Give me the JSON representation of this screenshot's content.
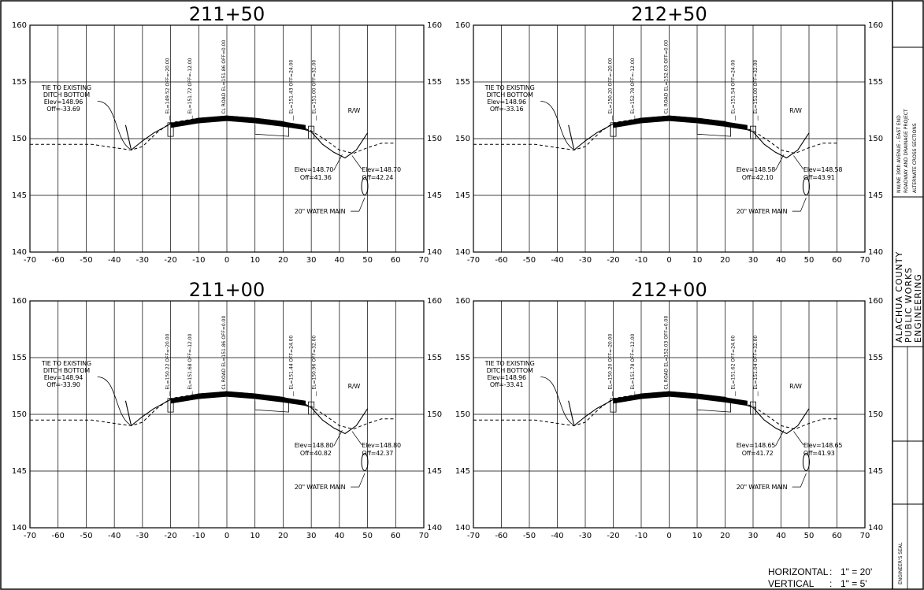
{
  "sheet": {
    "scale": {
      "horizontal_label": "HORIZONTAL",
      "horizontal_value": "1\" = 20'",
      "vertical_label": "VERTICAL",
      "vertical_value": "1\" = 5'"
    },
    "title_block": {
      "project_line1": "NW/NE 39th AVENUE - EAST END",
      "project_line2": "ROADWAY AND DRAINAGE PROJECT",
      "project_line3": "ALTERNATE CROSS SECTIONS",
      "agency_line1": "ALACHUA COUNTY",
      "agency_line2": "PUBLIC WORKS",
      "agency_line3": "ENGINEERING",
      "engineer_seal": "ENGINEER'S SEAL"
    }
  },
  "chart_data": [
    {
      "type": "line",
      "title": "211+50",
      "x_ticks": [
        -70,
        -60,
        -50,
        -40,
        -30,
        -20,
        -10,
        0,
        10,
        20,
        30,
        40,
        50,
        60,
        70
      ],
      "y_ticks": [
        140,
        145,
        150,
        155,
        160
      ],
      "xlim": [
        -70,
        70
      ],
      "ylim": [
        140,
        160
      ],
      "grid": true,
      "series": [
        {
          "values_x": [
            -70,
            -48,
            -40,
            -34,
            -30,
            -25,
            -20,
            -10,
            0,
            10,
            20,
            30,
            35,
            40,
            45,
            50,
            55,
            60
          ],
          "values_y": [
            149.5,
            149.5,
            149.2,
            149.0,
            149.3,
            150.5,
            151.4,
            151.8,
            152.0,
            151.8,
            151.5,
            150.7,
            149.9,
            149.0,
            148.7,
            149.2,
            149.6,
            149.6
          ]
        },
        {
          "values_x": [
            -36,
            -34,
            -30,
            -26,
            -20,
            -10,
            0,
            10,
            20,
            30,
            34,
            38,
            42,
            46,
            50
          ],
          "values_y": [
            151.2,
            149.0,
            149.8,
            150.5,
            151.3,
            151.8,
            152.0,
            151.8,
            151.5,
            150.6,
            149.5,
            148.8,
            148.3,
            149.0,
            150.5
          ]
        }
      ],
      "labels": {
        "tie": [
          "TIE TO EXISTING",
          "DITCH BOTTOM",
          "Elev=148.96",
          "Off=-33.69"
        ],
        "rw": "R/W",
        "water_main": "20\" WATER MAIN",
        "elev_left": [
          "Elev=148.70",
          "Off=41.36"
        ],
        "elev_right": [
          "Elev=148.70",
          "Off=42.24"
        ],
        "callouts": [
          "EL=149.52 OFF=-20.00",
          "EL=151.72 OFF=-12.00",
          "CL ROAD EL=151.86 OFF=0.00",
          "EL=151.43 OFF=24.00",
          "EL=151.00 OFF=32.00"
        ]
      }
    },
    {
      "type": "line",
      "title": "212+50",
      "x_ticks": [
        -70,
        -60,
        -50,
        -40,
        -30,
        -20,
        -10,
        0,
        10,
        20,
        30,
        40,
        50,
        60,
        70
      ],
      "y_ticks": [
        140,
        145,
        150,
        155,
        160
      ],
      "xlim": [
        -70,
        70
      ],
      "ylim": [
        140,
        160
      ],
      "grid": true,
      "series": [
        {
          "values_x": [
            -70,
            -48,
            -40,
            -34,
            -30,
            -25,
            -20,
            -10,
            0,
            10,
            20,
            30,
            35,
            40,
            45,
            50,
            55,
            60
          ],
          "values_y": [
            149.5,
            149.5,
            149.2,
            149.0,
            149.3,
            150.5,
            151.4,
            151.8,
            152.0,
            151.8,
            151.5,
            150.7,
            149.9,
            149.0,
            148.7,
            149.2,
            149.6,
            149.6
          ]
        },
        {
          "values_x": [
            -36,
            -34,
            -30,
            -26,
            -20,
            -10,
            0,
            10,
            20,
            30,
            34,
            38,
            42,
            46,
            50
          ],
          "values_y": [
            151.2,
            149.0,
            149.8,
            150.5,
            151.3,
            151.8,
            152.0,
            151.8,
            151.5,
            150.6,
            149.5,
            148.8,
            148.3,
            149.0,
            150.5
          ]
        }
      ],
      "labels": {
        "tie": [
          "TIE TO EXISTING",
          "DITCH BOTTOM",
          "Elev=148.96",
          "Off=-33.16"
        ],
        "rw": "R/W",
        "water_main": "20\" WATER MAIN",
        "elev_left": [
          "Elev=148.58",
          "Off=42.10"
        ],
        "elev_right": [
          "Elev=148.58",
          "Off=43.91"
        ],
        "callouts": [
          "EL=150.20 OFF=-20.00",
          "EL=152.78 OFF=-12.00",
          "CL ROAD EL=152.03 OFF=0.00",
          "EL=151.54 OFF=24.00",
          "EL=151.00 OFF=32.00"
        ]
      }
    },
    {
      "type": "line",
      "title": "211+00",
      "x_ticks": [
        -70,
        -60,
        -50,
        -40,
        -30,
        -20,
        -10,
        0,
        10,
        20,
        30,
        40,
        50,
        60,
        70
      ],
      "y_ticks": [
        140,
        145,
        150,
        155,
        160
      ],
      "xlim": [
        -70,
        70
      ],
      "ylim": [
        140,
        160
      ],
      "grid": true,
      "series": [
        {
          "values_x": [
            -70,
            -48,
            -40,
            -34,
            -30,
            -25,
            -20,
            -10,
            0,
            10,
            20,
            30,
            35,
            40,
            45,
            50,
            55,
            60
          ],
          "values_y": [
            149.5,
            149.5,
            149.2,
            149.0,
            149.3,
            150.5,
            151.4,
            151.8,
            152.0,
            151.8,
            151.5,
            150.7,
            149.9,
            149.0,
            148.7,
            149.2,
            149.6,
            149.6
          ]
        },
        {
          "values_x": [
            -36,
            -34,
            -30,
            -26,
            -20,
            -10,
            0,
            10,
            20,
            30,
            34,
            38,
            42,
            46,
            50
          ],
          "values_y": [
            151.2,
            149.0,
            149.8,
            150.5,
            151.3,
            151.8,
            152.0,
            151.8,
            151.5,
            150.6,
            149.5,
            148.8,
            148.3,
            149.0,
            150.5
          ]
        }
      ],
      "labels": {
        "tie": [
          "TIE TO EXISTING",
          "DITCH BOTTOM",
          "Elev=148.94",
          "Off=-33.90"
        ],
        "rw": "R/W",
        "water_main": "20\" WATER MAIN",
        "elev_left": [
          "Elev=148.80",
          "Off=40.82"
        ],
        "elev_right": [
          "Elev=148.80",
          "Off=42.37"
        ],
        "callouts": [
          "EL=150.22 OFF=-20.00",
          "EL=151.68 OFF=-12.00",
          "CL ROAD EL=151.86 OFF=0.00",
          "EL=151.44 OFF=24.00",
          "EL=150.96 OFF=32.00"
        ]
      }
    },
    {
      "type": "line",
      "title": "212+00",
      "x_ticks": [
        -70,
        -60,
        -50,
        -40,
        -30,
        -20,
        -10,
        0,
        10,
        20,
        30,
        40,
        50,
        60,
        70
      ],
      "y_ticks": [
        140,
        145,
        150,
        155,
        160
      ],
      "xlim": [
        -70,
        70
      ],
      "ylim": [
        140,
        160
      ],
      "grid": true,
      "series": [
        {
          "values_x": [
            -70,
            -48,
            -40,
            -34,
            -30,
            -25,
            -20,
            -10,
            0,
            10,
            20,
            30,
            35,
            40,
            45,
            50,
            55,
            60
          ],
          "values_y": [
            149.5,
            149.5,
            149.2,
            149.0,
            149.3,
            150.5,
            151.4,
            151.8,
            152.0,
            151.8,
            151.5,
            150.7,
            149.9,
            149.0,
            148.7,
            149.2,
            149.6,
            149.6
          ]
        },
        {
          "values_x": [
            -36,
            -34,
            -30,
            -26,
            -20,
            -10,
            0,
            10,
            20,
            30,
            34,
            38,
            42,
            46,
            50
          ],
          "values_y": [
            151.2,
            149.0,
            149.8,
            150.5,
            151.3,
            151.8,
            152.0,
            151.8,
            151.5,
            150.6,
            149.5,
            148.8,
            148.3,
            149.0,
            150.5
          ]
        }
      ],
      "labels": {
        "tie": [
          "TIE TO EXISTING",
          "DITCH BOTTOM",
          "Elev=148.96",
          "Off=-33.41"
        ],
        "rw": "R/W",
        "water_main": "20\" WATER MAIN",
        "elev_left": [
          "Elev=148.65",
          "Off=41.72"
        ],
        "elev_right": [
          "Elev=148.65",
          "Off=41.93"
        ],
        "callouts": [
          "EL=150.20 OFF=-20.00",
          "EL=151.78 OFF=-12.00",
          "CL ROAD EL=152.03 OFF=0.00",
          "EL=151.62 OFF=24.00",
          "EL=151.04 OFF=32.00"
        ]
      }
    }
  ]
}
